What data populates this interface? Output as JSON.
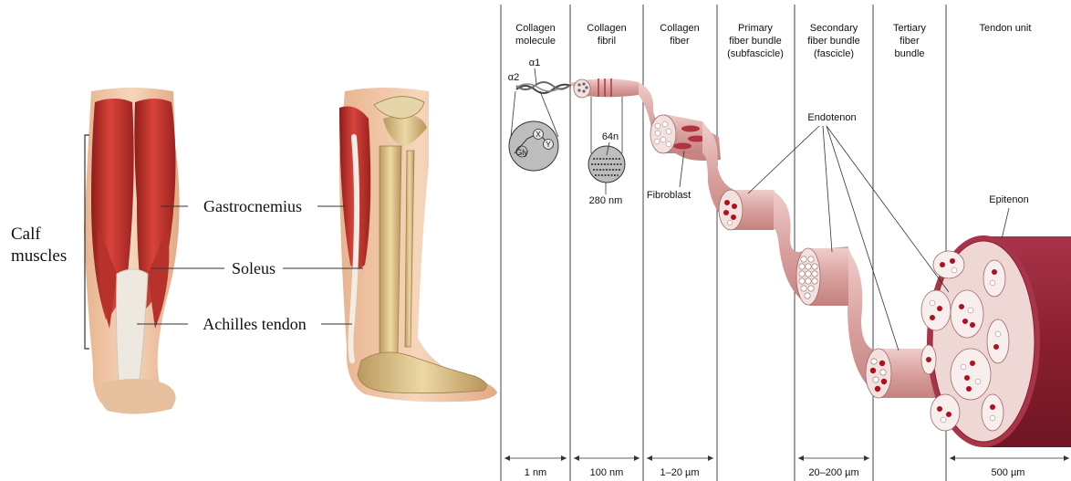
{
  "left_panel": {
    "group_label_line1": "Calf",
    "group_label_line2": "muscles",
    "labels": [
      "Gastrocnemius",
      "Soleus",
      "Achilles tendon"
    ]
  },
  "right_panel": {
    "columns": [
      {
        "header": [
          "Collagen",
          "molecule"
        ],
        "scale": "1 nm"
      },
      {
        "header": [
          "Collagen",
          "fibril"
        ],
        "scale": "100 nm"
      },
      {
        "header": [
          "Collagen",
          "fiber"
        ],
        "scale": "1–20 µm"
      },
      {
        "header": [
          "Primary",
          "fiber bundle",
          "(subfascicle)"
        ],
        "scale": ""
      },
      {
        "header": [
          "Secondary",
          "fiber bundle",
          "(fascicle)"
        ],
        "scale": "20–200 µm"
      },
      {
        "header": [
          "Tertiary",
          "fiber",
          "bundle"
        ],
        "scale": ""
      },
      {
        "header": [
          "Tendon unit"
        ],
        "scale": "500 µm"
      }
    ],
    "annotations": {
      "alpha1": "α1",
      "alpha2": "α2",
      "gly": "Gly",
      "x": "X",
      "y": "Y",
      "band": "64n",
      "spacing": "280 nm",
      "fibroblast": "Fibroblast",
      "endotenon": "Endotenon",
      "epitenon": "Epitenon"
    }
  },
  "colors": {
    "muscle": "#c9302c",
    "muscle_dark": "#8e1d1a",
    "tendon": "#e9e4dc",
    "bone": "#dcc48e",
    "skin": "#f3cfae",
    "fiber": "#d9a9a6",
    "fiber_end": "#f2e3e1",
    "tendon_unit": "#8b1f2e",
    "dot": "#b01020"
  }
}
